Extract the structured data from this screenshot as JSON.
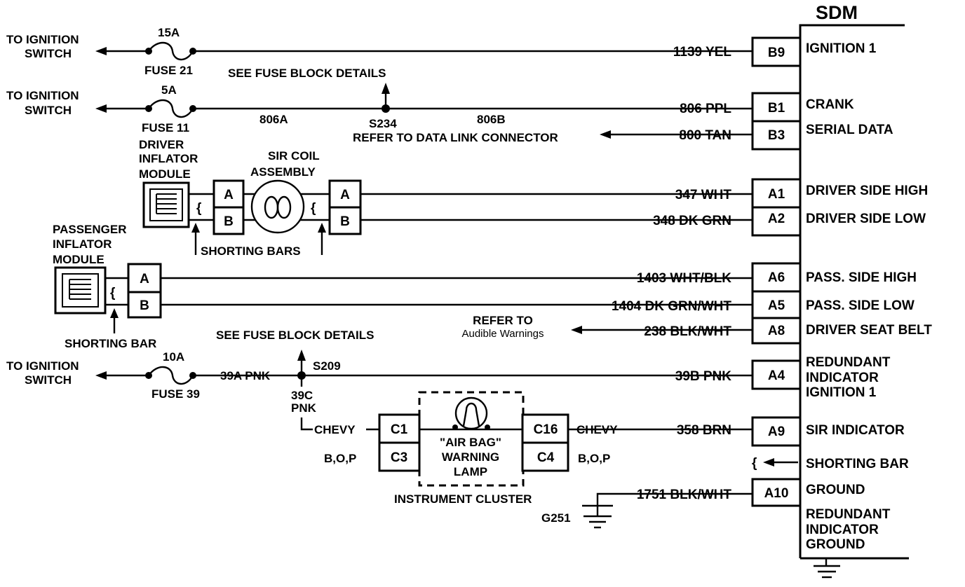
{
  "sdm": {
    "title": "SDM",
    "pins": [
      {
        "pin": "B9",
        "wire": "1139 YEL",
        "circuit": "IGNITION 1"
      },
      {
        "pin": "B1",
        "wire": "806 PPL",
        "circuit": "CRANK"
      },
      {
        "pin": "B3",
        "wire": "800 TAN",
        "circuit": "SERIAL DATA"
      },
      {
        "pin": "A1",
        "wire": "347 WHT",
        "circuit": "DRIVER SIDE HIGH"
      },
      {
        "pin": "A2",
        "wire": "348 DK GRN",
        "circuit": "DRIVER SIDE LOW"
      },
      {
        "pin": "A6",
        "wire": "1403 WHT/BLK",
        "circuit": "PASS. SIDE HIGH"
      },
      {
        "pin": "A5",
        "wire": "1404 DK GRN/WHT",
        "circuit": "PASS. SIDE LOW"
      },
      {
        "pin": "A8",
        "wire": "238 BLK/WHT",
        "circuit": "DRIVER SEAT BELT"
      },
      {
        "pin": "A4",
        "wire": "39B PNK",
        "circuit": [
          "REDUNDANT",
          "INDICATOR",
          "IGNITION 1"
        ]
      },
      {
        "pin": "A9",
        "wire": "358 BRN",
        "circuit": "SIR INDICATOR"
      },
      {
        "pin": "",
        "wire": "",
        "circuit": "SHORTING BAR"
      },
      {
        "pin": "A10",
        "wire": "1751 BLK/WHT",
        "circuit": "GROUND"
      }
    ],
    "extra_label": [
      "REDUNDANT",
      "INDICATOR",
      "GROUND"
    ]
  },
  "ignition": [
    {
      "to": [
        "TO IGNITION",
        "SWITCH"
      ],
      "amp": "15A",
      "fuse": "FUSE 21"
    },
    {
      "to": [
        "TO IGNITION",
        "SWITCH"
      ],
      "amp": "5A",
      "fuse": "FUSE 11"
    },
    {
      "to": [
        "TO IGNITION",
        "SWITCH"
      ],
      "amp": "10A",
      "fuse": "FUSE 39"
    }
  ],
  "notes": {
    "fuse_block_1": "SEE FUSE BLOCK DETAILS",
    "fuse_block_2": "SEE FUSE BLOCK DETAILS",
    "wire_806a": "806A",
    "wire_806b": "806B",
    "splice_s234": "S234",
    "data_link": "REFER TO DATA LINK CONNECTOR",
    "refer_to": "REFER TO",
    "audible": "Audible Warnings",
    "wire_39a": "39A PNK",
    "splice_s209": "S209",
    "wire_39c": [
      "39C",
      "PNK"
    ],
    "ground_g251": "G251"
  },
  "driver": {
    "module": [
      "DRIVER",
      "INFLATOR",
      "MODULE"
    ],
    "coil": [
      "SIR COIL",
      "ASSEMBLY"
    ],
    "shorting": "SHORTING BARS",
    "pin_a": "A",
    "pin_b": "B"
  },
  "passenger": {
    "module": [
      "PASSENGER",
      "INFLATOR",
      "MODULE"
    ],
    "shorting": "SHORTING BAR",
    "pin_a": "A",
    "pin_b": "B"
  },
  "cluster": {
    "lamp": [
      "\"AIR BAG\"",
      "WARNING",
      "LAMP"
    ],
    "name": "INSTRUMENT CLUSTER",
    "c1": "C1",
    "c3": "C3",
    "c16": "C16",
    "c4": "C4",
    "chevy": "CHEVY",
    "bop": "B,O,P"
  }
}
